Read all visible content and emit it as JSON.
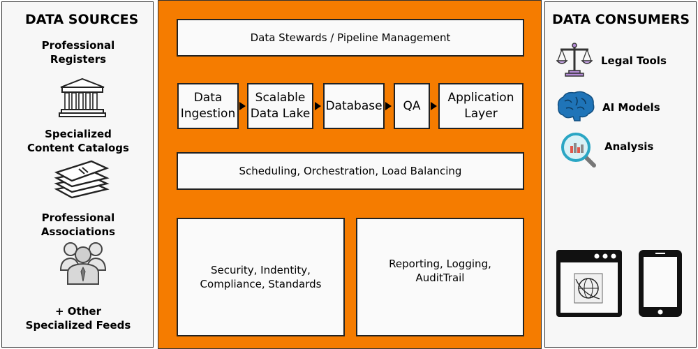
{
  "sources": {
    "heading": "DATA SOURCES",
    "items": [
      {
        "line1": "Professional",
        "line2": "Registers",
        "icon": "courthouse-icon"
      },
      {
        "line1": "Specialized",
        "line2": "Content Catalogs",
        "icon": "document-stack-icon"
      },
      {
        "line1": "Professional",
        "line2": "Associations",
        "icon": "people-icon"
      },
      {
        "line1": "+ Other",
        "line2": "Specialized Feeds"
      }
    ]
  },
  "pipeline": {
    "top_bar": "Data Stewards / Pipeline Management",
    "flow": [
      {
        "line1": "Data",
        "line2": "Ingestion"
      },
      {
        "line1": "Scalable",
        "line2": "Data Lake"
      },
      {
        "line1": "Database",
        "line2": ""
      },
      {
        "line1": "QA",
        "line2": ""
      },
      {
        "line1": "Application",
        "line2": "Layer"
      }
    ],
    "orchestration_bar": "Scheduling, Orchestration, Load Balancing",
    "security_box": {
      "line1": "Security, Indentity,",
      "line2": "Compliance, Standards"
    },
    "reporting_box": {
      "line1": "Reporting, Logging,",
      "line2": "AuditTrail"
    }
  },
  "consumers": {
    "heading": "DATA CONSUMERS",
    "items": [
      {
        "label": "Legal Tools",
        "icon": "scales-icon"
      },
      {
        "label": "AI Models",
        "icon": "brain-icon"
      },
      {
        "label": "Analysis",
        "icon": "magnifier-chart-icon"
      }
    ],
    "devices": [
      "browser-window-icon",
      "tablet-icon"
    ]
  },
  "colors": {
    "center_background": "#f57c00",
    "side_background": "#f7f7f7",
    "box_fill": "#fafafa"
  }
}
